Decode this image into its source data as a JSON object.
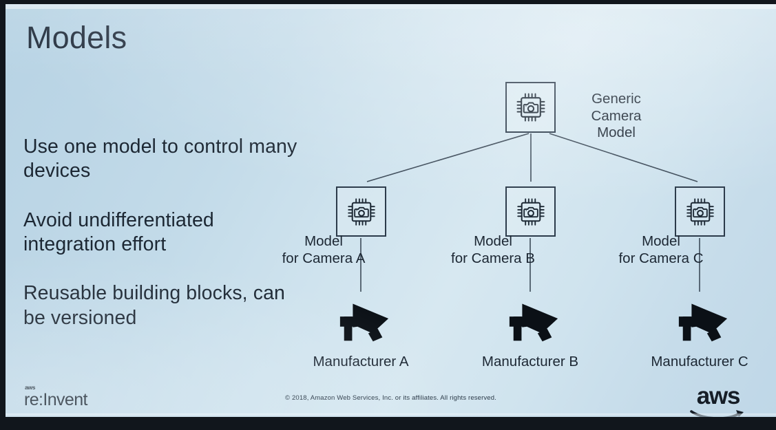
{
  "slide": {
    "title": "Models",
    "bullets": [
      "Use one model to control many devices",
      "Avoid undifferentiated integration effort",
      "Reusable building blocks, can be versioned"
    ]
  },
  "diagram": {
    "root": {
      "label": "Generic Camera\nModel",
      "icon": "chip-camera-icon"
    },
    "models": [
      {
        "label": "Model\nfor Camera A",
        "icon": "chip-camera-icon"
      },
      {
        "label": "Model\nfor Camera B",
        "icon": "chip-camera-icon"
      },
      {
        "label": "Model\nfor Camera C",
        "icon": "chip-camera-icon"
      }
    ],
    "devices": [
      {
        "label": "Manufacturer A",
        "icon": "security-camera-icon"
      },
      {
        "label": "Manufacturer B",
        "icon": "security-camera-icon"
      },
      {
        "label": "Manufacturer C",
        "icon": "security-camera-icon"
      }
    ]
  },
  "footer": {
    "reinvent_aws": "aws",
    "reinvent_wordmark": "re:Invent",
    "copyright": "© 2018, Amazon Web Services, Inc. or its affiliates. All rights reserved.",
    "aws_wordmark": "aws"
  },
  "colors": {
    "ink": "#1c2733",
    "title": "#232f3e",
    "stroke": "#2b3a4a",
    "background_light": "#d7e8f1",
    "background_dark": "#b7d3e4",
    "device_fill": "#0b1016"
  }
}
